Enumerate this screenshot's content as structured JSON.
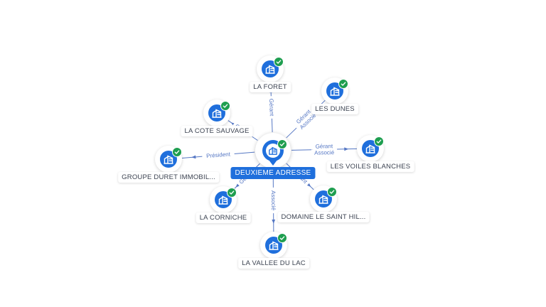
{
  "center": {
    "label": "DEUXIEME ADRESSE"
  },
  "nodes": [
    {
      "id": "foret",
      "label": "LA FORET"
    },
    {
      "id": "dunes",
      "label": "LES DUNES"
    },
    {
      "id": "voiles",
      "label": "LES VOILES BLANCHES"
    },
    {
      "id": "domaine",
      "label": "DOMAINE LE SAINT HIL..."
    },
    {
      "id": "vallee",
      "label": "LA VALLEE DU LAC"
    },
    {
      "id": "corniche",
      "label": "LA CORNICHE"
    },
    {
      "id": "groupe",
      "label": "GROUPE DURET IMMOBIL..."
    },
    {
      "id": "cote",
      "label": "LA COTE SAUVAGE"
    }
  ],
  "edges": [
    {
      "to": "foret",
      "labels": [
        "Gérant"
      ]
    },
    {
      "to": "dunes",
      "labels": [
        "Gérant",
        "Associé"
      ]
    },
    {
      "to": "voiles",
      "labels": [
        "Gérant",
        "Associé"
      ]
    },
    {
      "to": "domaine",
      "labels": [
        "Gérant"
      ]
    },
    {
      "to": "vallee",
      "labels": [
        "Associé"
      ]
    },
    {
      "to": "corniche",
      "labels": [
        "Gérant"
      ]
    },
    {
      "to": "groupe",
      "labels": [
        "Président"
      ]
    },
    {
      "to": "cote",
      "labels": [
        "Gérant"
      ]
    }
  ],
  "colors": {
    "node": "#1f6fdc",
    "check": "#1e9e4f",
    "edge": "#5577c4"
  },
  "icons": {
    "node": "building-icon",
    "status": "check-icon"
  }
}
